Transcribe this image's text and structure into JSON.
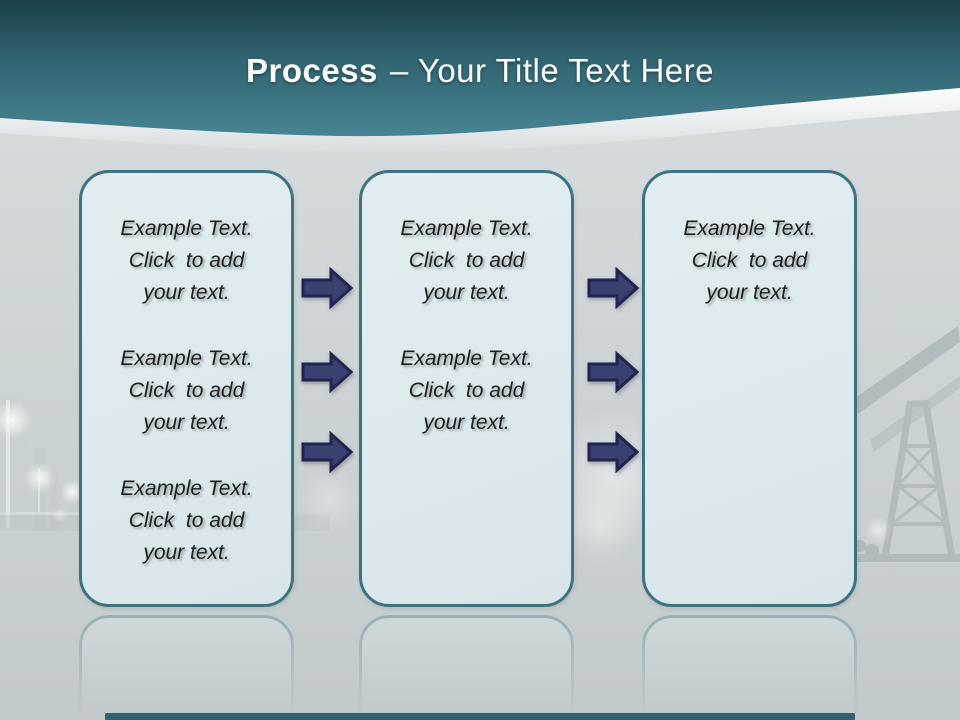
{
  "slide": {
    "title": {
      "keyword": "Process",
      "rest": "– Your Title Text Here"
    },
    "boxes": [
      {
        "name": "process-step-1",
        "paragraphs": [
          [
            "Example Text.",
            "Click  to add",
            "your text."
          ],
          [
            "Example Text.",
            "Click  to add",
            "your text."
          ],
          [
            "Example Text.",
            "Click  to add",
            "your text."
          ]
        ]
      },
      {
        "name": "process-step-2",
        "paragraphs": [
          [
            "Example Text.",
            "Click  to add",
            "your text."
          ],
          [
            "Example Text.",
            "Click  to add",
            "your text."
          ]
        ]
      },
      {
        "name": "process-step-3",
        "paragraphs": [
          [
            "Example Text.",
            "Click  to add",
            "your text."
          ]
        ]
      }
    ],
    "arrows": {
      "count": 6,
      "direction": "right"
    }
  },
  "colors": {
    "header_teal_top": "#1c4049",
    "header_teal_bottom": "#478493",
    "box_fill": "#dce9ee",
    "box_border": "#3e7280",
    "arrow_fill": "#3a4070",
    "arrow_border": "#20244f",
    "body_text": "#1e1e1e",
    "title_text": "#fbfdfd",
    "background": "#ccd3d4",
    "footer_bar": "#2f6371"
  }
}
